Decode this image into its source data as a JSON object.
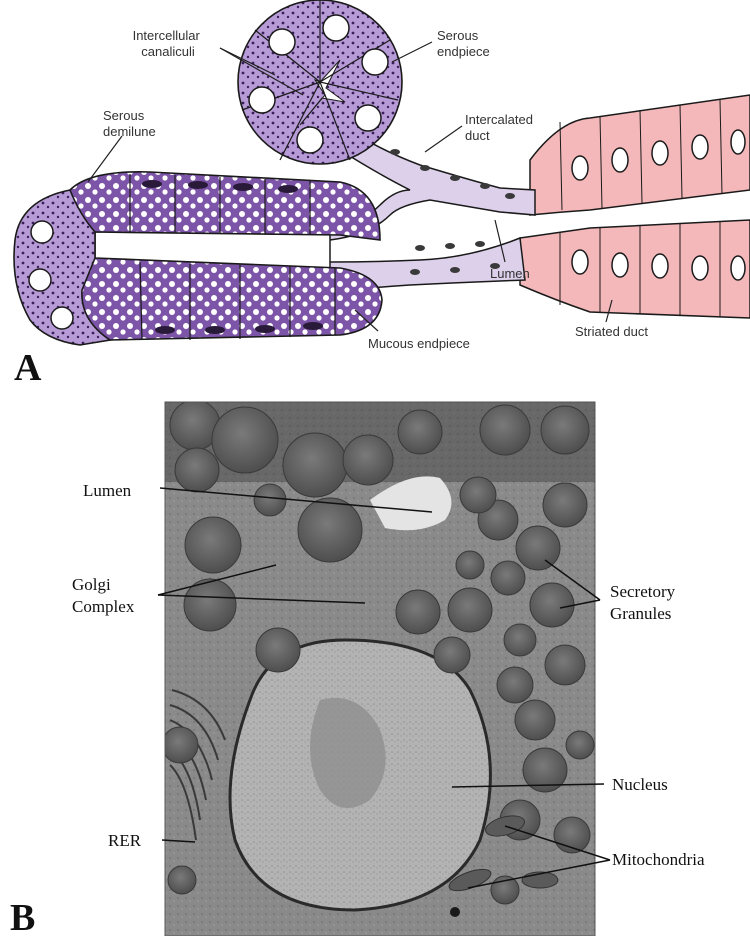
{
  "panel_a": {
    "letter": "A",
    "labels": {
      "intercellular_canaliculi": [
        "Intercellular",
        "canaliculi"
      ],
      "serous_endpiece": [
        "Serous",
        "endpiece"
      ],
      "serous_demilune": [
        "Serous",
        "demilune"
      ],
      "intercalated_duct": [
        "Intercalated",
        "duct"
      ],
      "lumen": "Lumen",
      "mucous_endpiece": "Mucous endpiece",
      "striated_duct": "Striated duct"
    },
    "colors": {
      "serous_cell": "#b79bd6",
      "mucous_cell": "#7d55a8",
      "intercalated_duct": "#ddd0ea",
      "striated_duct": "#f4b8ba",
      "outline": "#1a1a1a"
    }
  },
  "panel_b": {
    "letter": "B",
    "labels": {
      "lumen": "Lumen",
      "golgi_complex": [
        "Golgi",
        "Complex"
      ],
      "secretory_granules": [
        "Secretory",
        "Granules"
      ],
      "nucleus": "Nucleus",
      "rer": "RER",
      "mitochondria": "Mitochondria"
    }
  }
}
